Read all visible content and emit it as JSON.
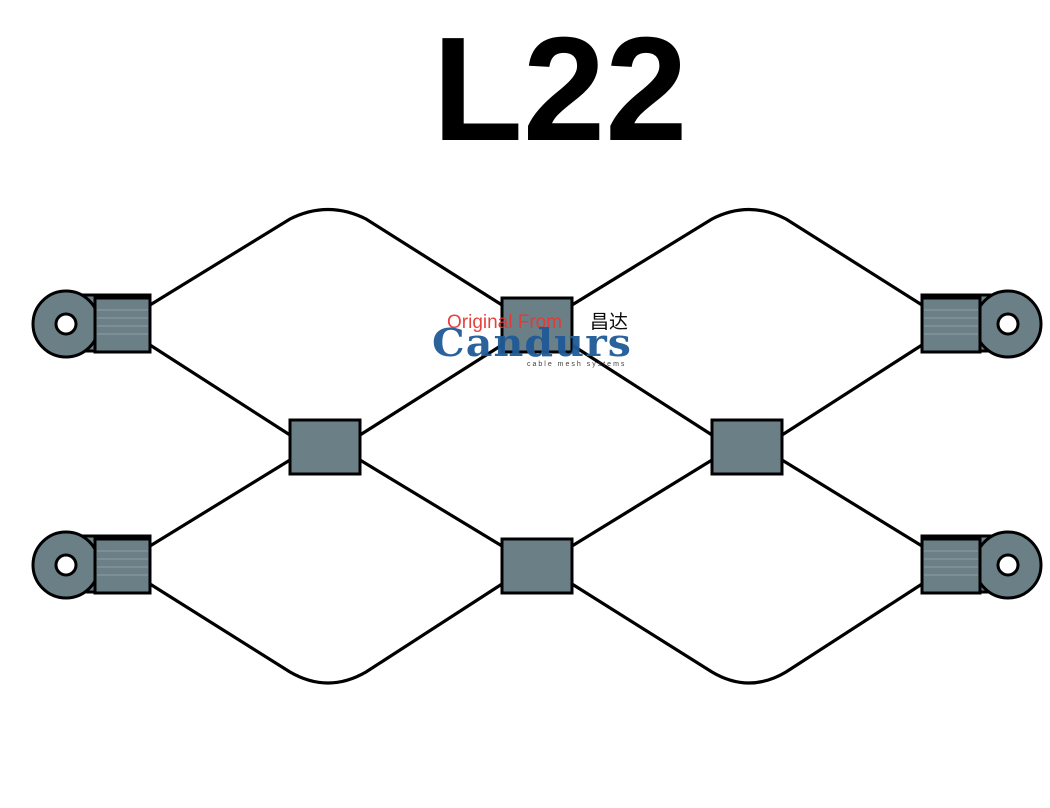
{
  "title": "L22",
  "colors": {
    "title": "#000000",
    "wire": "#000000",
    "metal": "#6b7f87",
    "watermark_red": "#e53935",
    "watermark_blue": "#1f5a96"
  },
  "watermark": {
    "prefix": "Original From",
    "cjk": "昌达",
    "brand": "Candurs",
    "tagline": "cable mesh systems"
  },
  "components": {
    "cross_ferrules": 4,
    "end_terminals": 4,
    "terminal_icon": "eye-terminal-icon",
    "ferrule_icon": "crimp-ferrule-icon"
  }
}
